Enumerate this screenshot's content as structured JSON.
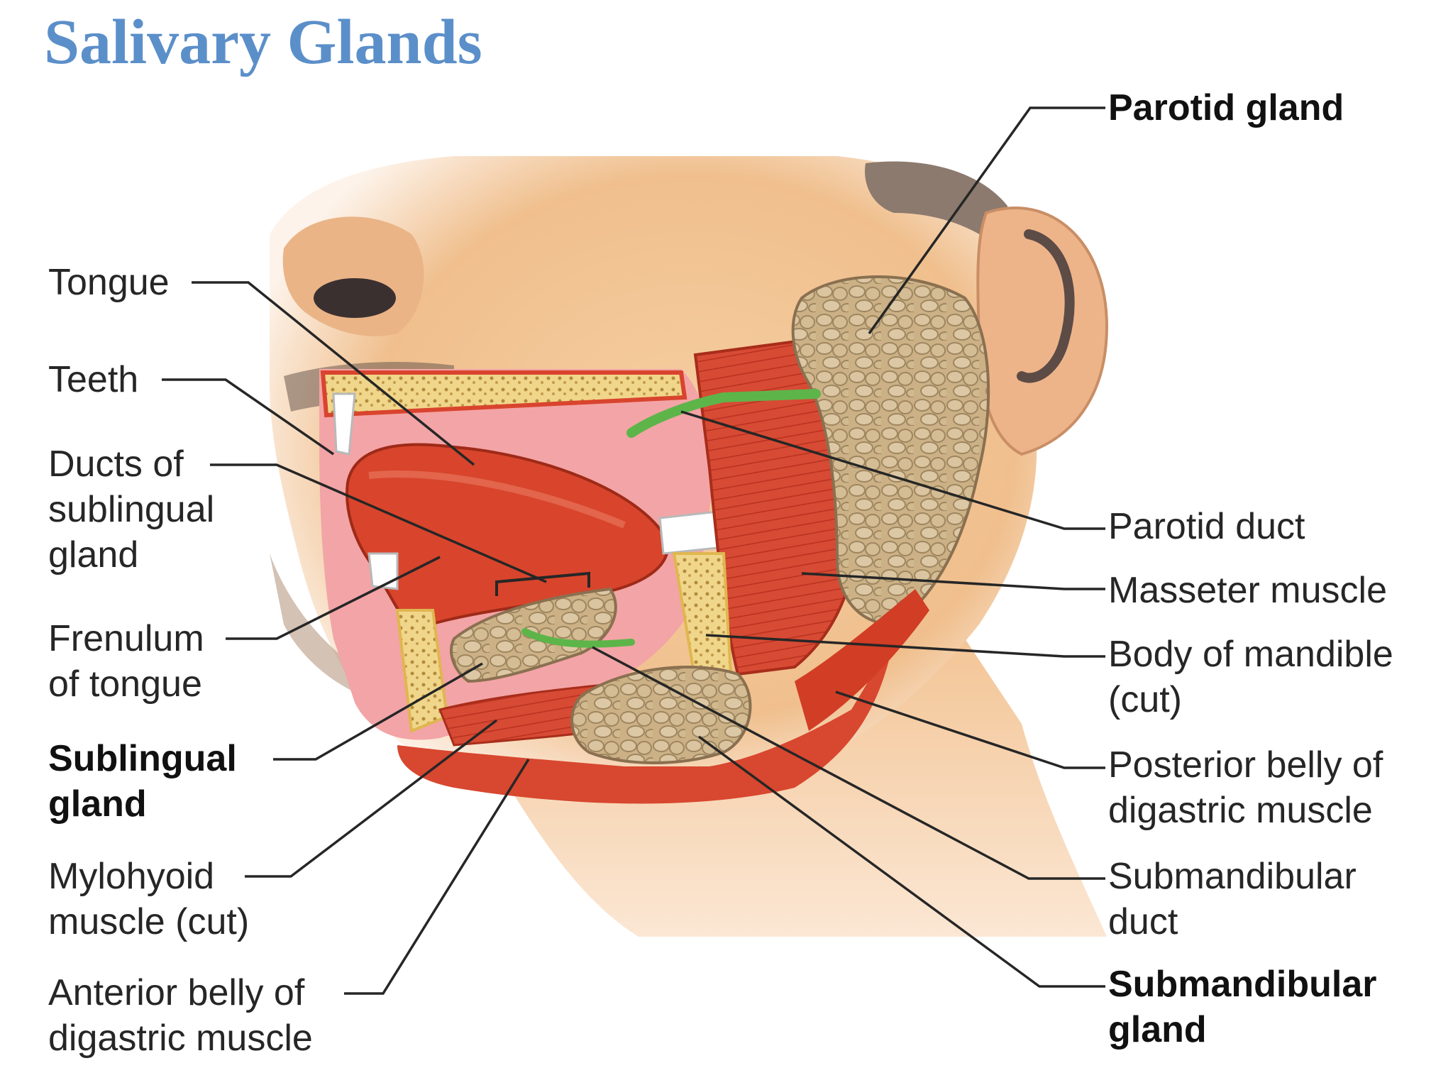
{
  "title": "Salivary Glands",
  "labels": {
    "tongue": [
      "Tongue"
    ],
    "teeth": [
      "Teeth"
    ],
    "ducts_sublingual": [
      "Ducts of",
      "sublingual",
      "gland"
    ],
    "frenulum": [
      "Frenulum",
      "of tongue"
    ],
    "sublingual_gland": [
      "Sublingual",
      "gland"
    ],
    "mylohyoid": [
      "Mylohyoid",
      "muscle (cut)"
    ],
    "anterior_digastric": [
      "Anterior belly of",
      "digastric muscle"
    ],
    "parotid_gland": [
      "Parotid gland"
    ],
    "parotid_duct": [
      "Parotid duct"
    ],
    "masseter": [
      "Masseter muscle"
    ],
    "mandible": [
      "Body of mandible",
      "(cut)"
    ],
    "posterior_digastric": [
      "Posterior belly of",
      "digastric muscle"
    ],
    "submandibular_duct": [
      "Submandibular",
      "duct"
    ],
    "submandibular_gland": [
      "Submandibular",
      "gland"
    ]
  },
  "colors": {
    "title": "#5b8fc9",
    "skin": "#f2c79a",
    "muscle": "#d9442e",
    "gland": "#cdb48a",
    "duct": "#6cc25a",
    "bone": "#f1d98a",
    "leader": "#262626"
  }
}
